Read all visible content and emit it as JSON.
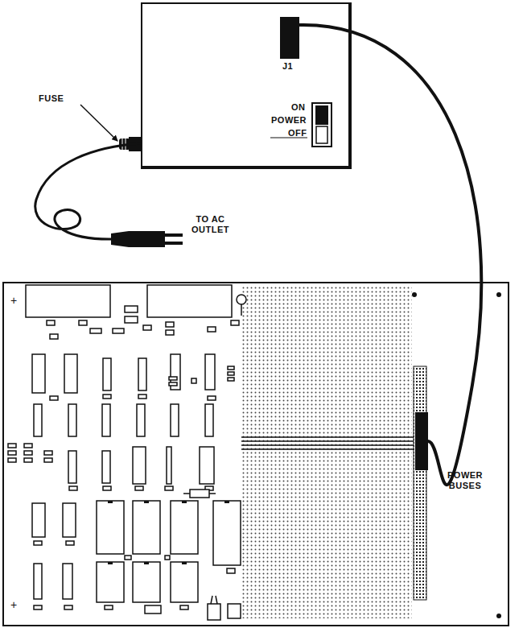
{
  "diagram": {
    "nodes": [
      {
        "text": [
          "ON",
          "POWER",
          "OFF"
        ]
      },
      {
        "text": [
          "J1"
        ],
        "in": 0
      },
      {
        "text": [
          "+",
          "+"
        ]
      },
      {
        "text": [
          "POWER BUSES"
        ],
        "in": 2
      }
    ],
    "edges": [
      {
        "from": 1,
        "to": 3,
        "arrow": "none"
      }
    ],
    "labels": [
      "FUSE",
      "TO AC OUTLET"
    ]
  }
}
